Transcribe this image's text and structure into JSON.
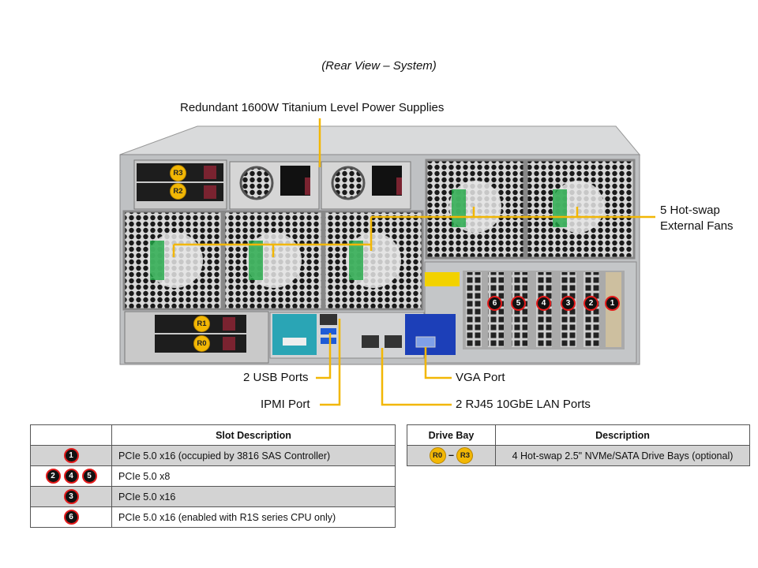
{
  "caption": "(Rear View – System)",
  "callouts": {
    "psu": "Redundant 1600W Titanium Level Power Supplies",
    "fans_line1": "5 Hot-swap",
    "fans_line2": "External Fans",
    "usb": "2 USB Ports",
    "ipmi": "IPMI Port",
    "vga": "VGA Port",
    "lan": "2 RJ45 10GbE LAN Ports"
  },
  "drive_badges": [
    "R3",
    "R2",
    "R1",
    "R0"
  ],
  "slot_badges": [
    "6",
    "5",
    "4",
    "3",
    "2",
    "1"
  ],
  "slot_table": {
    "header": "Slot Description",
    "rows": [
      {
        "slots": [
          "1"
        ],
        "desc": "PCIe 5.0 x16 (occupied by 3816 SAS Controller)"
      },
      {
        "slots": [
          "2",
          "4",
          "5"
        ],
        "desc": "PCIe 5.0 x8"
      },
      {
        "slots": [
          "3"
        ],
        "desc": "PCIe 5.0 x16"
      },
      {
        "slots": [
          "6"
        ],
        "desc": "PCIe 5.0 x16 (enabled with R1S series CPU only)"
      }
    ]
  },
  "drive_table": {
    "header_bay": "Drive Bay",
    "header_desc": "Description",
    "bay_from": "R0",
    "dash": "–",
    "bay_to": "R3",
    "desc": "4 Hot-swap 2.5\" NVMe/SATA Drive Bays (optional)"
  },
  "colors": {
    "callout": "#f2b705",
    "slot_ring": "#e31b1b",
    "chassis": "#c9cbcd"
  }
}
